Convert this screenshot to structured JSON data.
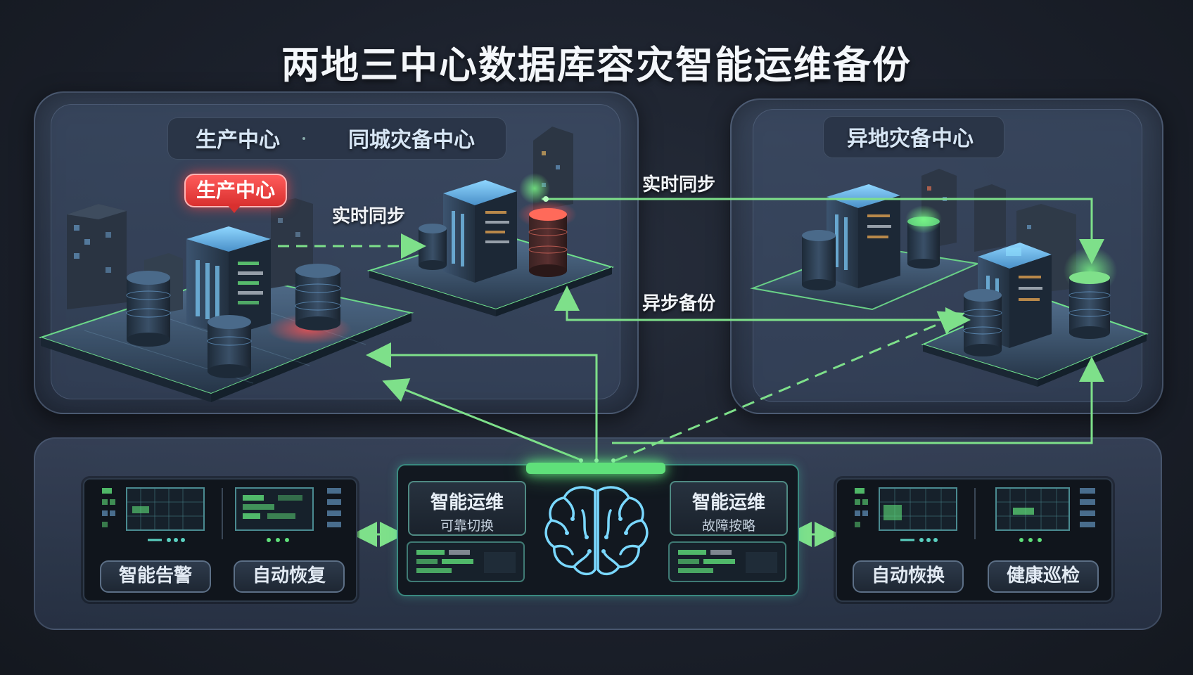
{
  "title": "两地三中心数据库容灾智能运维备份",
  "left_panel": {
    "header_left": "生产中心",
    "header_right": "同城灾备中心",
    "production_tag": "生产中心",
    "sync_label": "实时同步"
  },
  "right_panel": {
    "header": "异地灾备中心"
  },
  "flows": {
    "realtime_sync": "实时同步",
    "async_backup": "异步备份"
  },
  "ops": {
    "left_buttons": [
      "智能告警",
      "自动恢复"
    ],
    "right_buttons": [
      "自动恢换",
      "健康巡检"
    ],
    "center_left": {
      "title": "智能运维",
      "subtitle": "可靠切换"
    },
    "center_right": {
      "title": "智能运维",
      "subtitle": "故障按略"
    }
  },
  "colors": {
    "accent_green": "#5fe07a",
    "alert_red": "#e5403f",
    "panel_blue": "#3c4c66"
  },
  "icons": [
    "building-icon",
    "database-icon",
    "brain-icon",
    "arrow-icon"
  ]
}
